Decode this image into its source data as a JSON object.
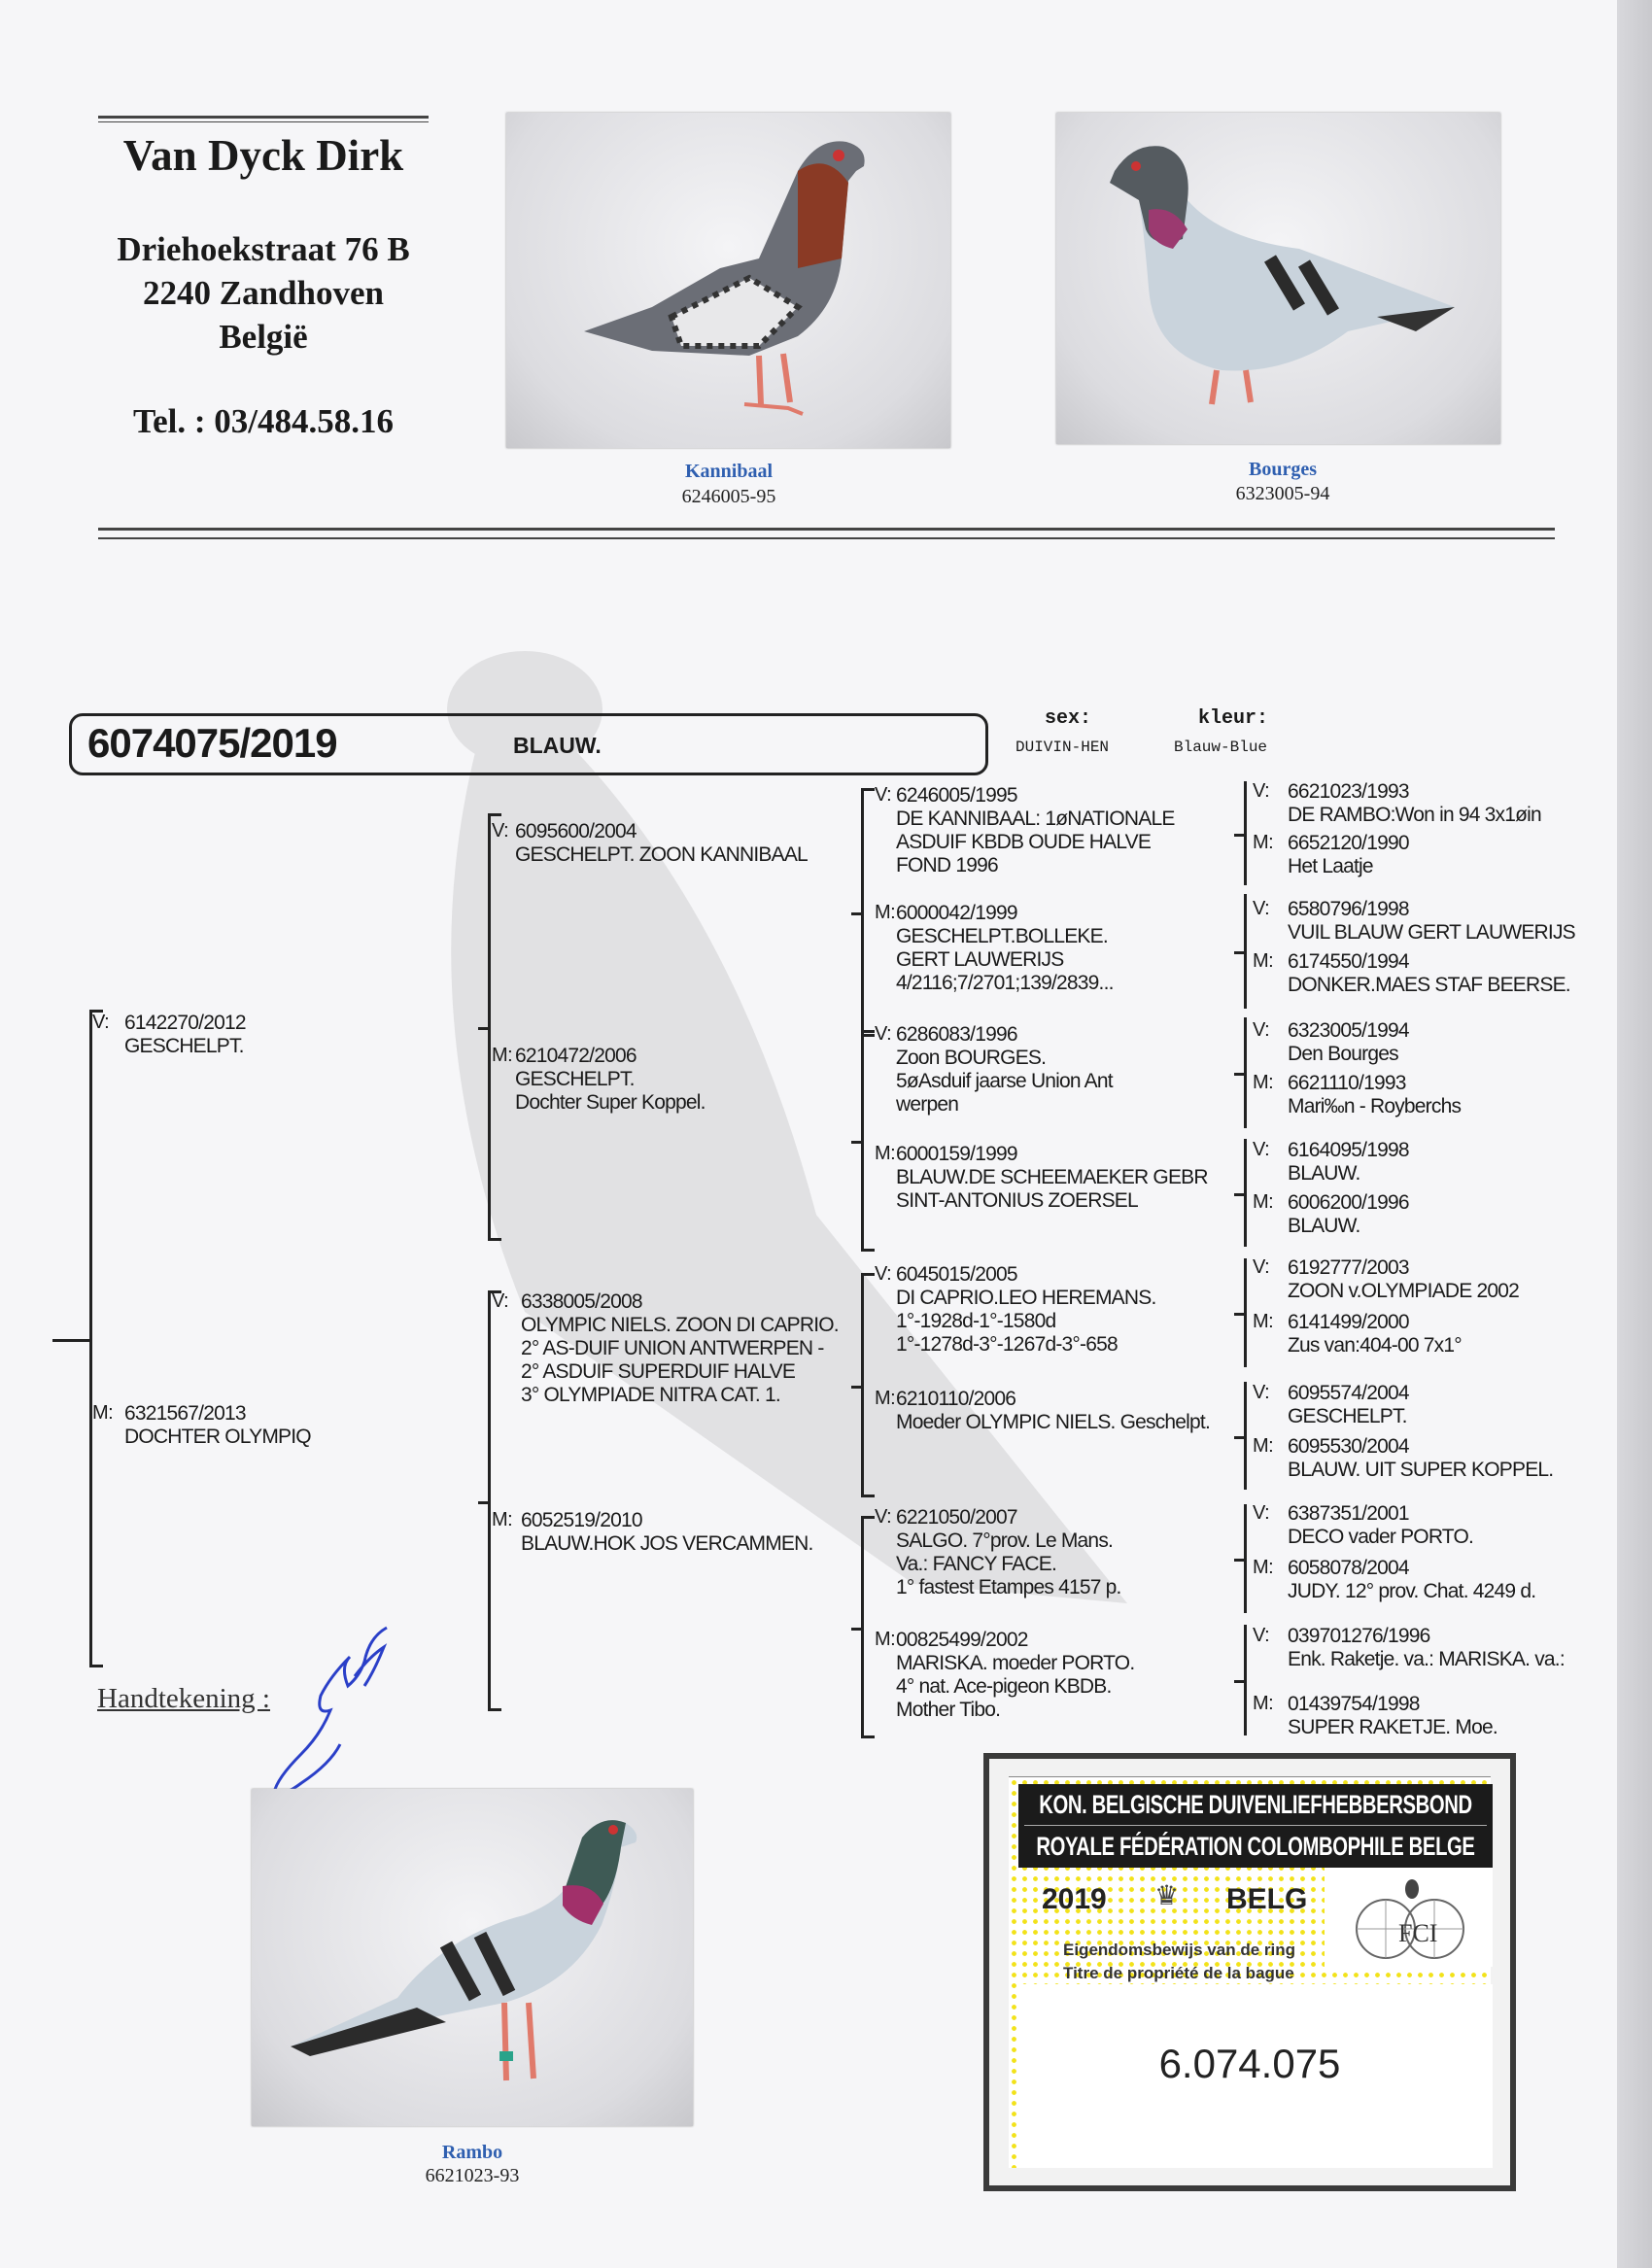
{
  "header": {
    "name": "Van Dyck Dirk",
    "street": "Driehoekstraat 76 B",
    "city": "2240 Zandhoven",
    "country": "België",
    "phone": "Tel. : 03/484.58.16"
  },
  "photos": [
    {
      "name": "Kannibaal",
      "ring": "6246005-95"
    },
    {
      "name": "Bourges",
      "ring": "6323005-94"
    },
    {
      "name": "Rambo",
      "ring": "6621023-93"
    }
  ],
  "bird": {
    "ring": "6074075/2019",
    "color_short": "BLAUW.",
    "sex_label": "sex:",
    "sex_value": "DUIVIN-HEN",
    "color_label": "kleur:",
    "color_value": "Blauw-Blue"
  },
  "pedigree": {
    "gen1": [
      {
        "label": "V:",
        "ring": "6142270/2012",
        "desc": "GESCHELPT."
      },
      {
        "label": "M:",
        "ring": "6321567/2013",
        "desc": "DOCHTER OLYMPIQ"
      }
    ],
    "gen2": [
      {
        "label": "V:",
        "ring": "6095600/2004",
        "desc": "GESCHELPT. ZOON KANNIBAAL"
      },
      {
        "label": "M:",
        "ring": "6210472/2006",
        "desc": "GESCHELPT.\nDochter Super Koppel."
      },
      {
        "label": "V:",
        "ring": "6338005/2008",
        "desc": "OLYMPIC NIELS. ZOON DI CAPRIO.\n2° AS-DUIF UNION ANTWERPEN -\n2° ASDUIF SUPERDUIF HALVE\n3° OLYMPIADE NITRA CAT. 1."
      },
      {
        "label": "M:",
        "ring": "6052519/2010",
        "desc": "BLAUW.HOK JOS VERCAMMEN."
      }
    ],
    "gen3": [
      {
        "label": "V:",
        "ring": "6246005/1995",
        "desc": "DE KANNIBAAL: 1øNATIONALE\nASDUIF KBDB OUDE HALVE\nFOND 1996"
      },
      {
        "label": "M:",
        "ring": "6000042/1999",
        "desc": "GESCHELPT.BOLLEKE.\nGERT LAUWERIJS\n4/2116;7/2701;139/2839..."
      },
      {
        "label": "V:",
        "ring": "6286083/1996",
        "desc": "Zoon BOURGES.\n5øAsduif jaarse Union Ant\nwerpen"
      },
      {
        "label": "M:",
        "ring": "6000159/1999",
        "desc": "BLAUW.DE SCHEEMAEKER GEBR\nSINT-ANTONIUS ZOERSEL"
      },
      {
        "label": "V:",
        "ring": "6045015/2005",
        "desc": "DI CAPRIO.LEO HEREMANS.\n1°-1928d-1°-1580d\n1°-1278d-3°-1267d-3°-658"
      },
      {
        "label": "M:",
        "ring": "6210110/2006",
        "desc": "Moeder OLYMPIC NIELS. Geschelpt."
      },
      {
        "label": "V:",
        "ring": "6221050/2007",
        "desc": "SALGO. 7°prov. Le Mans.\nVa.: FANCY FACE.\n1° fastest Etampes 4157 p."
      },
      {
        "label": "M:",
        "ring": "00825499/2002",
        "desc": "MARISKA. moeder PORTO.\n4° nat. Ace-pigeon KBDB.\nMother Tibo."
      }
    ],
    "gen4": [
      {
        "label": "V:",
        "ring": "6621023/1993",
        "desc": "DE RAMBO:Won in 94 3x1øin"
      },
      {
        "label": "M:",
        "ring": "6652120/1990",
        "desc": "Het Laatje"
      },
      {
        "label": "V:",
        "ring": "6580796/1998",
        "desc": "VUIL BLAUW GERT LAUWERIJS"
      },
      {
        "label": "M:",
        "ring": "6174550/1994",
        "desc": "DONKER.MAES STAF BEERSE."
      },
      {
        "label": "V:",
        "ring": "6323005/1994",
        "desc": "Den Bourges"
      },
      {
        "label": "M:",
        "ring": "6621110/1993",
        "desc": "Mari‰n - Royberchs"
      },
      {
        "label": "V:",
        "ring": "6164095/1998",
        "desc": "BLAUW."
      },
      {
        "label": "M:",
        "ring": "6006200/1996",
        "desc": "BLAUW."
      },
      {
        "label": "V:",
        "ring": "6192777/2003",
        "desc": "ZOON v.OLYMPIADE 2002"
      },
      {
        "label": "M:",
        "ring": "6141499/2000",
        "desc": "Zus van:404-00 7x1°"
      },
      {
        "label": "V:",
        "ring": "6095574/2004",
        "desc": "GESCHELPT."
      },
      {
        "label": "M:",
        "ring": "6095530/2004",
        "desc": "BLAUW. UIT SUPER KOPPEL."
      },
      {
        "label": "V:",
        "ring": "6387351/2001",
        "desc": "DECO  vader PORTO."
      },
      {
        "label": "M:",
        "ring": "6058078/2004",
        "desc": "JUDY. 12° prov. Chat. 4249 d."
      },
      {
        "label": "V:",
        "ring": "039701276/1996",
        "desc": "Enk. Raketje. va.: MARISKA. va.:"
      },
      {
        "label": "M:",
        "ring": "01439754/1998",
        "desc": "SUPER RAKETJE. Moe."
      }
    ]
  },
  "signature_label": "Handtekening :",
  "ring_card": {
    "org_nl": "KON. BELGISCHE DUIVENLIEFHEBBERSBOND",
    "org_fr": "ROYALE FÉDÉRATION COLOMBOPHILE BELGE",
    "year": "2019",
    "country": "BELG",
    "title_nl": "Eigendomsbewijs van de ring",
    "title_fr": "Titre de propriété de la bague",
    "ring_number": "6.074.075",
    "crown_icon": "crown-icon",
    "logo": "FCI"
  }
}
